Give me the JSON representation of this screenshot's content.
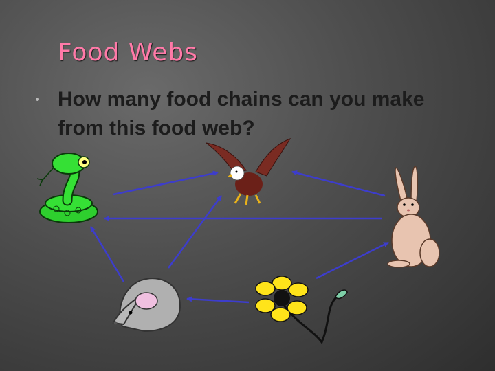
{
  "slide": {
    "title": "Food Webs",
    "question": "How many food chains can you make from this food web?"
  },
  "organisms": [
    {
      "id": "eagle",
      "icon": "eagle-icon"
    },
    {
      "id": "snake",
      "icon": "snake-icon"
    },
    {
      "id": "rabbit",
      "icon": "rabbit-icon"
    },
    {
      "id": "mouse",
      "icon": "mouse-icon"
    },
    {
      "id": "flower",
      "icon": "flower-icon"
    }
  ],
  "energy_flow": [
    {
      "from": "snake",
      "to": "eagle"
    },
    {
      "from": "rabbit",
      "to": "eagle"
    },
    {
      "from": "rabbit",
      "to": "snake"
    },
    {
      "from": "mouse",
      "to": "eagle"
    },
    {
      "from": "mouse",
      "to": "snake"
    },
    {
      "from": "flower",
      "to": "rabbit"
    },
    {
      "from": "flower",
      "to": "mouse"
    }
  ],
  "colors": {
    "title": "#ff7aa8",
    "arrow": "#3d3dcc",
    "text": "#1c1c1c"
  }
}
